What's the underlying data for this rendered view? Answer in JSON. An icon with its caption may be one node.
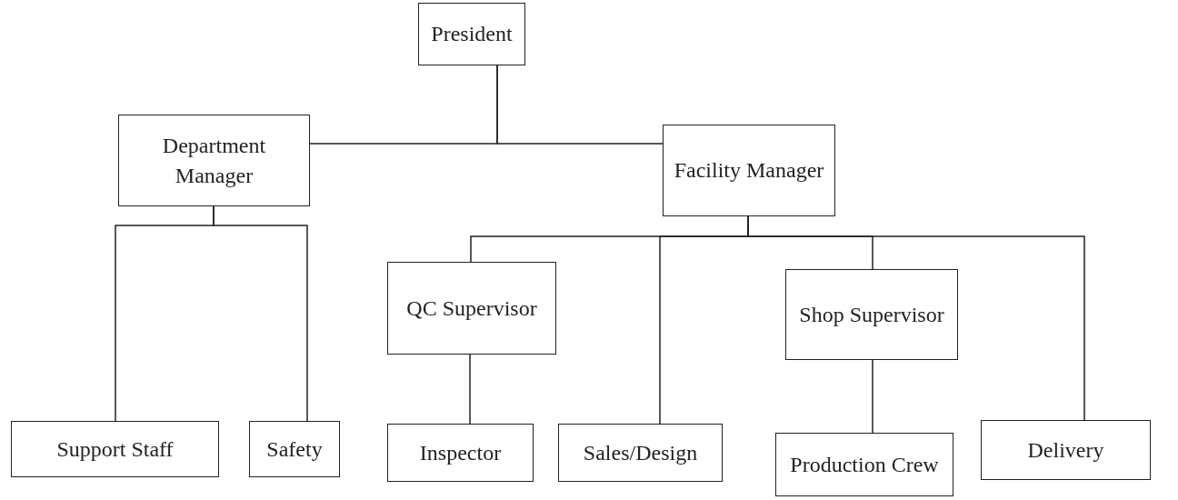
{
  "diagram": {
    "nodes": [
      {
        "text": [
          "President"
        ]
      },
      {
        "text": [
          "Department Manager"
        ]
      },
      {
        "text": [
          "Facility Manager"
        ]
      },
      {
        "text": [
          "QC Supervisor"
        ]
      },
      {
        "text": [
          "Shop Supervisor"
        ]
      },
      {
        "text": [
          "Support Staff"
        ]
      },
      {
        "text": [
          "Safety"
        ]
      },
      {
        "text": [
          "Inspector"
        ]
      },
      {
        "text": [
          "Sales/Design"
        ]
      },
      {
        "text": [
          "Production Crew"
        ]
      },
      {
        "text": [
          "Delivery"
        ]
      }
    ],
    "edges": [
      {
        "from": 0,
        "to": 1,
        "arrow": "none"
      },
      {
        "from": 0,
        "to": 2,
        "arrow": "none"
      },
      {
        "from": 1,
        "to": 5,
        "arrow": "none"
      },
      {
        "from": 1,
        "to": 6,
        "arrow": "none"
      },
      {
        "from": 2,
        "to": 3,
        "arrow": "none"
      },
      {
        "from": 2,
        "to": 8,
        "arrow": "none"
      },
      {
        "from": 2,
        "to": 4,
        "arrow": "none"
      },
      {
        "from": 2,
        "to": 10,
        "arrow": "none"
      },
      {
        "from": 3,
        "to": 7,
        "arrow": "none"
      },
      {
        "from": 4,
        "to": 9,
        "arrow": "none"
      }
    ]
  }
}
